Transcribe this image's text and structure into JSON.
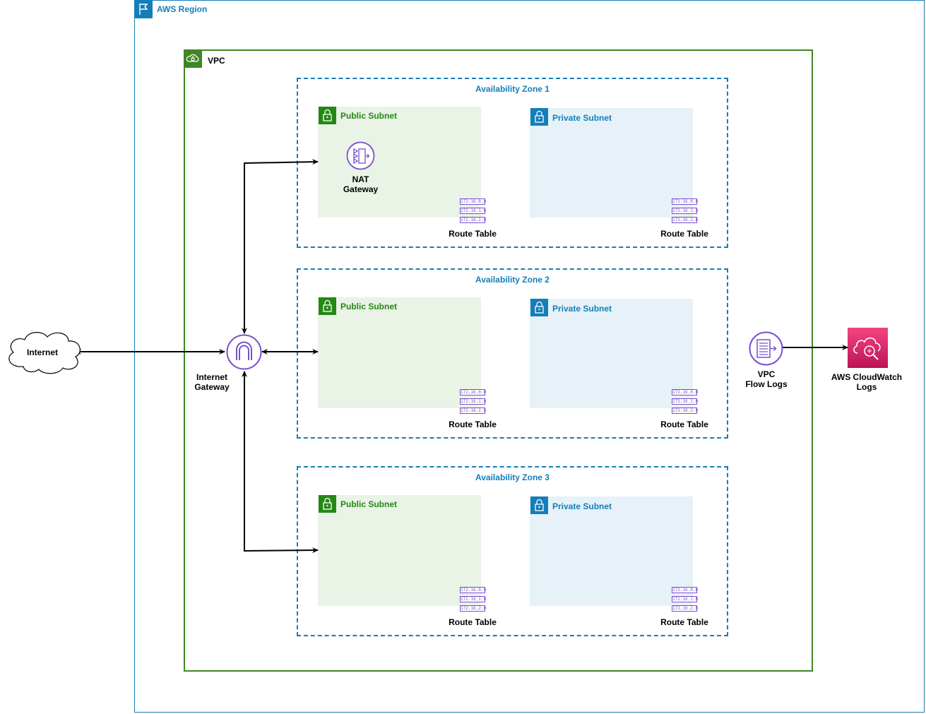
{
  "region": {
    "label": "AWS Region"
  },
  "vpc": {
    "label": "VPC"
  },
  "internet": {
    "label": "Internet"
  },
  "internet_gateway": {
    "label_line1": "Internet",
    "label_line2": "Gateway"
  },
  "nat_gateway": {
    "label_line1": "NAT",
    "label_line2": "Gateway"
  },
  "flow_logs": {
    "label_line1": "VPC",
    "label_line2": "Flow Logs"
  },
  "cloudwatch": {
    "label_line1": "AWS CloudWatch",
    "label_line2": "Logs"
  },
  "zones": [
    {
      "label": "Availability Zone 1",
      "public_subnet": "Public Subnet",
      "private_subnet": "Private Subnet",
      "public_route_table": "Route Table",
      "private_route_table": "Route Table"
    },
    {
      "label": "Availability Zone 2",
      "public_subnet": "Public Subnet",
      "private_subnet": "Private Subnet",
      "public_route_table": "Route Table",
      "private_route_table": "Route Table"
    },
    {
      "label": "Availability Zone 3",
      "public_subnet": "Public Subnet",
      "private_subnet": "Private Subnet",
      "public_route_table": "Route Table",
      "private_route_table": "Route Table"
    }
  ],
  "route_entries": [
    "172.16.0.0",
    "172.16.1.0",
    "172.16.2.0"
  ],
  "colors": {
    "region_border": "#147eba",
    "vpc_border": "#3f8624",
    "public_fill": "#e9f3e6",
    "private_fill": "#e6f2f8",
    "network_purple": "#7a4fd0",
    "cloudwatch_pink": "#e7157b"
  }
}
